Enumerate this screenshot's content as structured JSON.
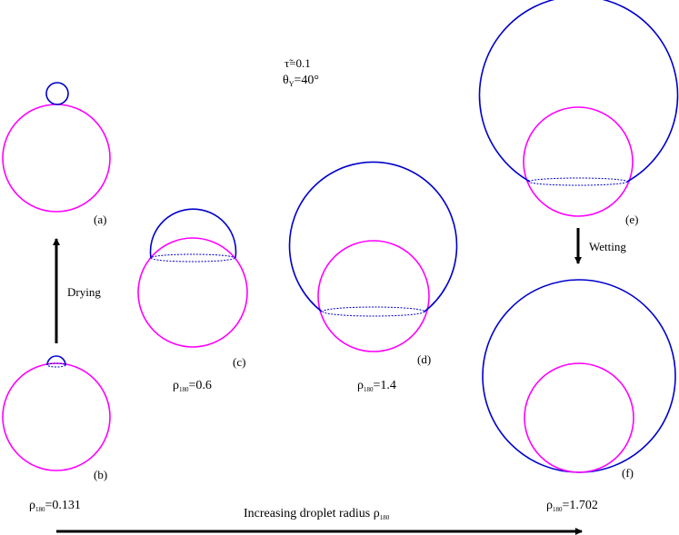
{
  "params": {
    "tau": "τ̃=0.1",
    "theta_prefix": "θ",
    "theta_sub": "Y",
    "theta_value": "=40°"
  },
  "panels": {
    "a": "(a)",
    "b": "(b)",
    "c": "(c)",
    "d": "(d)",
    "e": "(e)",
    "f": "(f)"
  },
  "rho": {
    "symbol": "ρ",
    "sub": "180",
    "b_value": "=0.131",
    "c_value": "=0.6",
    "d_value": "=1.4",
    "f_value": "=1.702"
  },
  "arrows": {
    "drying": "Drying",
    "wetting": "Wetting",
    "bottom_text": "Increasing droplet radius "
  },
  "colors": {
    "particle": "#ff00ff",
    "droplet": "#0000cc",
    "arrow": "#000000"
  }
}
